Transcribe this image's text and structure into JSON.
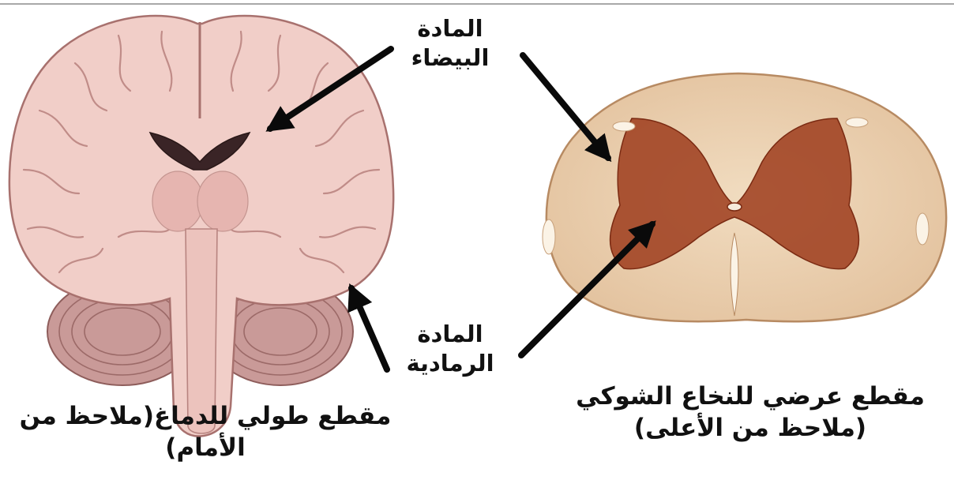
{
  "labels": {
    "white_matter": [
      "المادة",
      "البيضاء"
    ],
    "grey_matter": [
      "المادة",
      "الرمادية"
    ]
  },
  "captions": {
    "brain": [
      "مقطع طولي للدماغ(ملاحظ من",
      "الأمام)"
    ],
    "spinal_cord": [
      "مقطع عرضي للنخاع الشوكي",
      "(ملاحظ من الأعلى)"
    ]
  },
  "colors": {
    "brain_tissue": "#f1cec8",
    "brain_outline": "#a8716e",
    "cerebellum": "#c99a98",
    "cord_tissue": "#ebcfae",
    "cord_grey_matter": "#9e3c1c",
    "arrow": "#0a0a0a"
  }
}
